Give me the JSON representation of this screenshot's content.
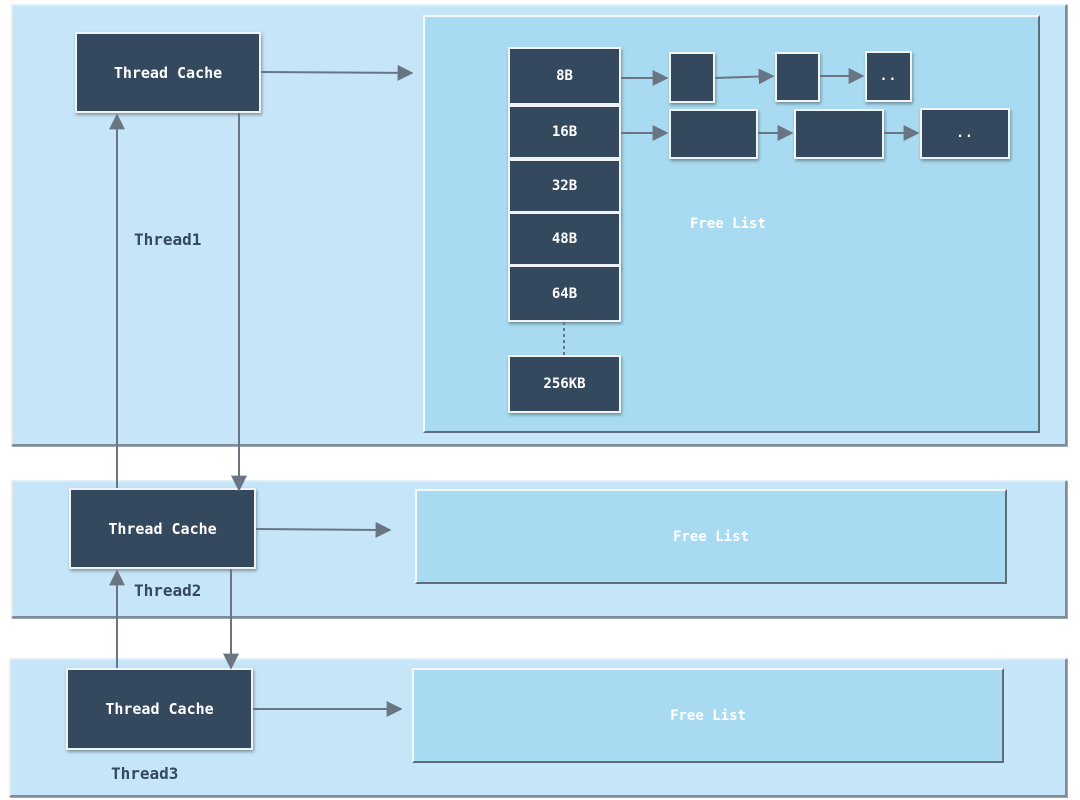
{
  "thread1": {
    "cache_label": "Thread Cache",
    "thread_label": "Thread1",
    "free_list_label": "Free List",
    "size_classes": [
      "8B",
      "16B",
      "32B",
      "48B",
      "64B",
      "256KB"
    ],
    "chain_8b_end": "..",
    "chain_16b_end": ".."
  },
  "thread2": {
    "cache_label": "Thread Cache",
    "thread_label": "Thread2",
    "free_list_label": "Free List"
  },
  "thread3": {
    "cache_label": "Thread Cache",
    "thread_label": "Thread3",
    "free_list_label": "Free List"
  },
  "colors": {
    "panel": "#c6e5f8",
    "free_list": "#a8dbf1",
    "block": "#34495e",
    "arrow": "#6a7584"
  }
}
